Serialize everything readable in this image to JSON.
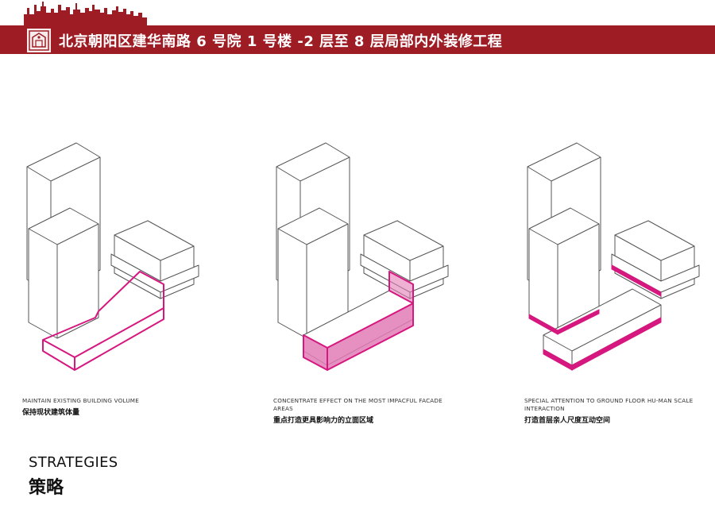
{
  "header": {
    "title": "北京朝阳区建华南路 6 号院 1 号楼 -2 层至 8 层局部内外装修工程",
    "brand_color": "#9e1c24",
    "logo_icon": "building-emblem-icon"
  },
  "diagrams": [
    {
      "caption_en": "MAINTAIN EXISTING BUILDING VOLUME",
      "caption_zh": "保持现状建筑体量",
      "highlight": "outline"
    },
    {
      "caption_en": "CONCENTRATE EFFECT ON THE MOST IMPACFUL FACADE AREAS",
      "caption_zh": "重点打造更具影响力的立面区域",
      "highlight": "facade-fill"
    },
    {
      "caption_en": "SPECIAL ATTENTION TO GROUND FLOOR HU-MAN SCALE INTERACTION",
      "caption_zh": "打造首层亲人尺度互动空间",
      "highlight": "ground-floor-band"
    }
  ],
  "section": {
    "title_en": "STRATEGIES",
    "title_zh": "策略"
  },
  "colors": {
    "highlight": "#d6177f",
    "highlight_fill": "#e27bb6",
    "line": "#555555"
  }
}
